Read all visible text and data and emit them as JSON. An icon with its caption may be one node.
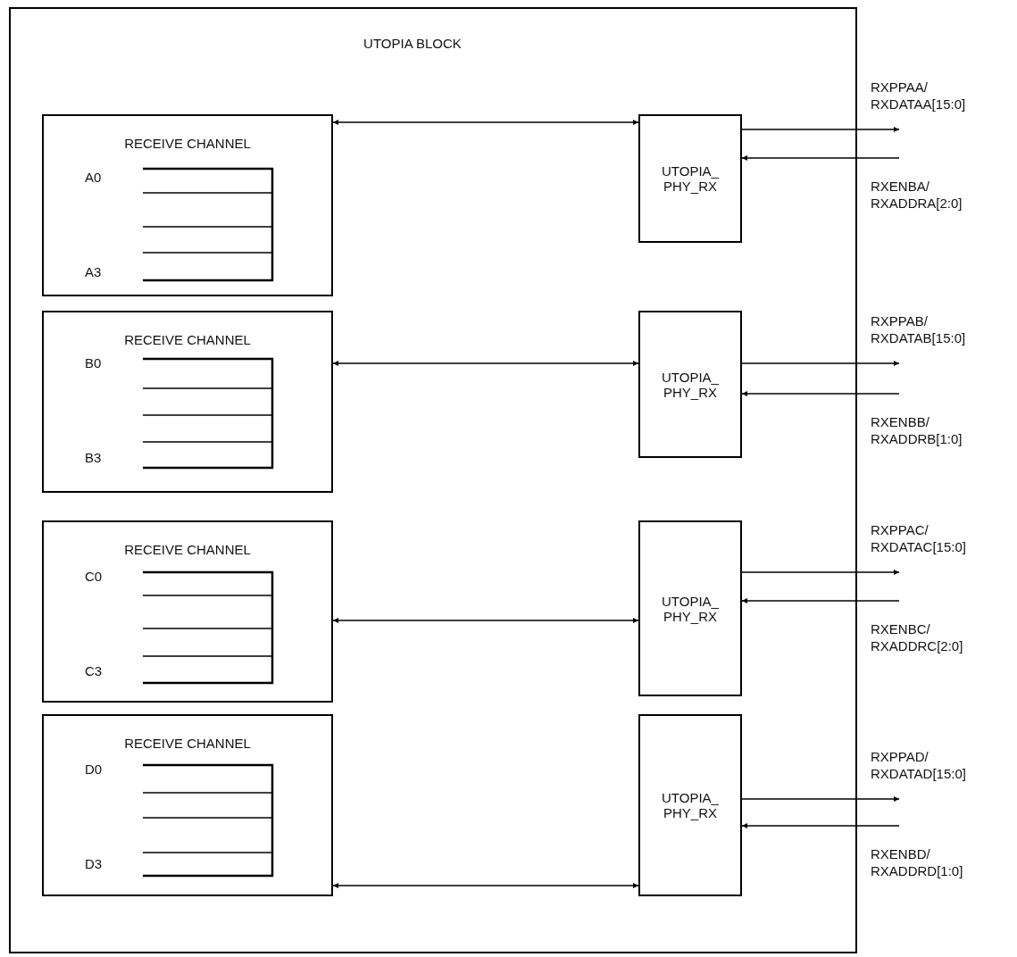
{
  "diagram": {
    "nodes": [
      {
        "text": [
          "UTOPIA BLOCK"
        ]
      },
      {
        "text": [
          "RECEIVE CHANNEL",
          "A0",
          "A3"
        ],
        "in": 0
      },
      {
        "text": [
          "RECEIVE CHANNEL",
          "B0",
          "B3"
        ],
        "in": 0
      },
      {
        "text": [
          "RECEIVE CHANNEL",
          "C0",
          "C3"
        ],
        "in": 0
      },
      {
        "text": [
          "RECEIVE CHANNEL",
          "D0",
          "D3"
        ],
        "in": 0
      },
      {
        "text": [
          "UTOPIA_ PHY_RX"
        ],
        "in": 0
      },
      {
        "text": [
          "UTOPIA_ PHY_RX"
        ],
        "in": 0
      },
      {
        "text": [
          "UTOPIA_ PHY_RX"
        ],
        "in": 0
      },
      {
        "text": [
          "UTOPIA_ PHY_RX"
        ],
        "in": 0
      }
    ],
    "edges": [
      {
        "from": 1,
        "to": 5,
        "arrow": "both"
      },
      {
        "from": 5,
        "to": null,
        "arrow": "to",
        "label": "RXPPAA/ RXDATAA[15:0]"
      },
      {
        "from": null,
        "to": 5,
        "arrow": "to",
        "label": "RXENBA/ RXADDRA[2:0]"
      },
      {
        "from": 2,
        "to": 6,
        "arrow": "both"
      },
      {
        "from": 6,
        "to": null,
        "arrow": "to",
        "label": "RXPPAB/ RXDATAB[15:0]"
      },
      {
        "from": null,
        "to": 6,
        "arrow": "to",
        "label": "RXENBB/ RXADDRB[1:0]"
      },
      {
        "from": 3,
        "to": 7,
        "arrow": "both"
      },
      {
        "from": 7,
        "to": null,
        "arrow": "to",
        "label": "RXPPAC/ RXDATAC[15:0]"
      },
      {
        "from": null,
        "to": 7,
        "arrow": "to",
        "label": "RXENBC/ RXADDRC[2:0]"
      },
      {
        "from": 4,
        "to": 8,
        "arrow": "both"
      },
      {
        "from": 8,
        "to": null,
        "arrow": "to",
        "label": "RXPPAD/ RXDATAD[15:0]"
      },
      {
        "from": null,
        "to": 8,
        "arrow": "to",
        "label": "RXENBD/ RXADDRD[1:0]"
      }
    ]
  }
}
